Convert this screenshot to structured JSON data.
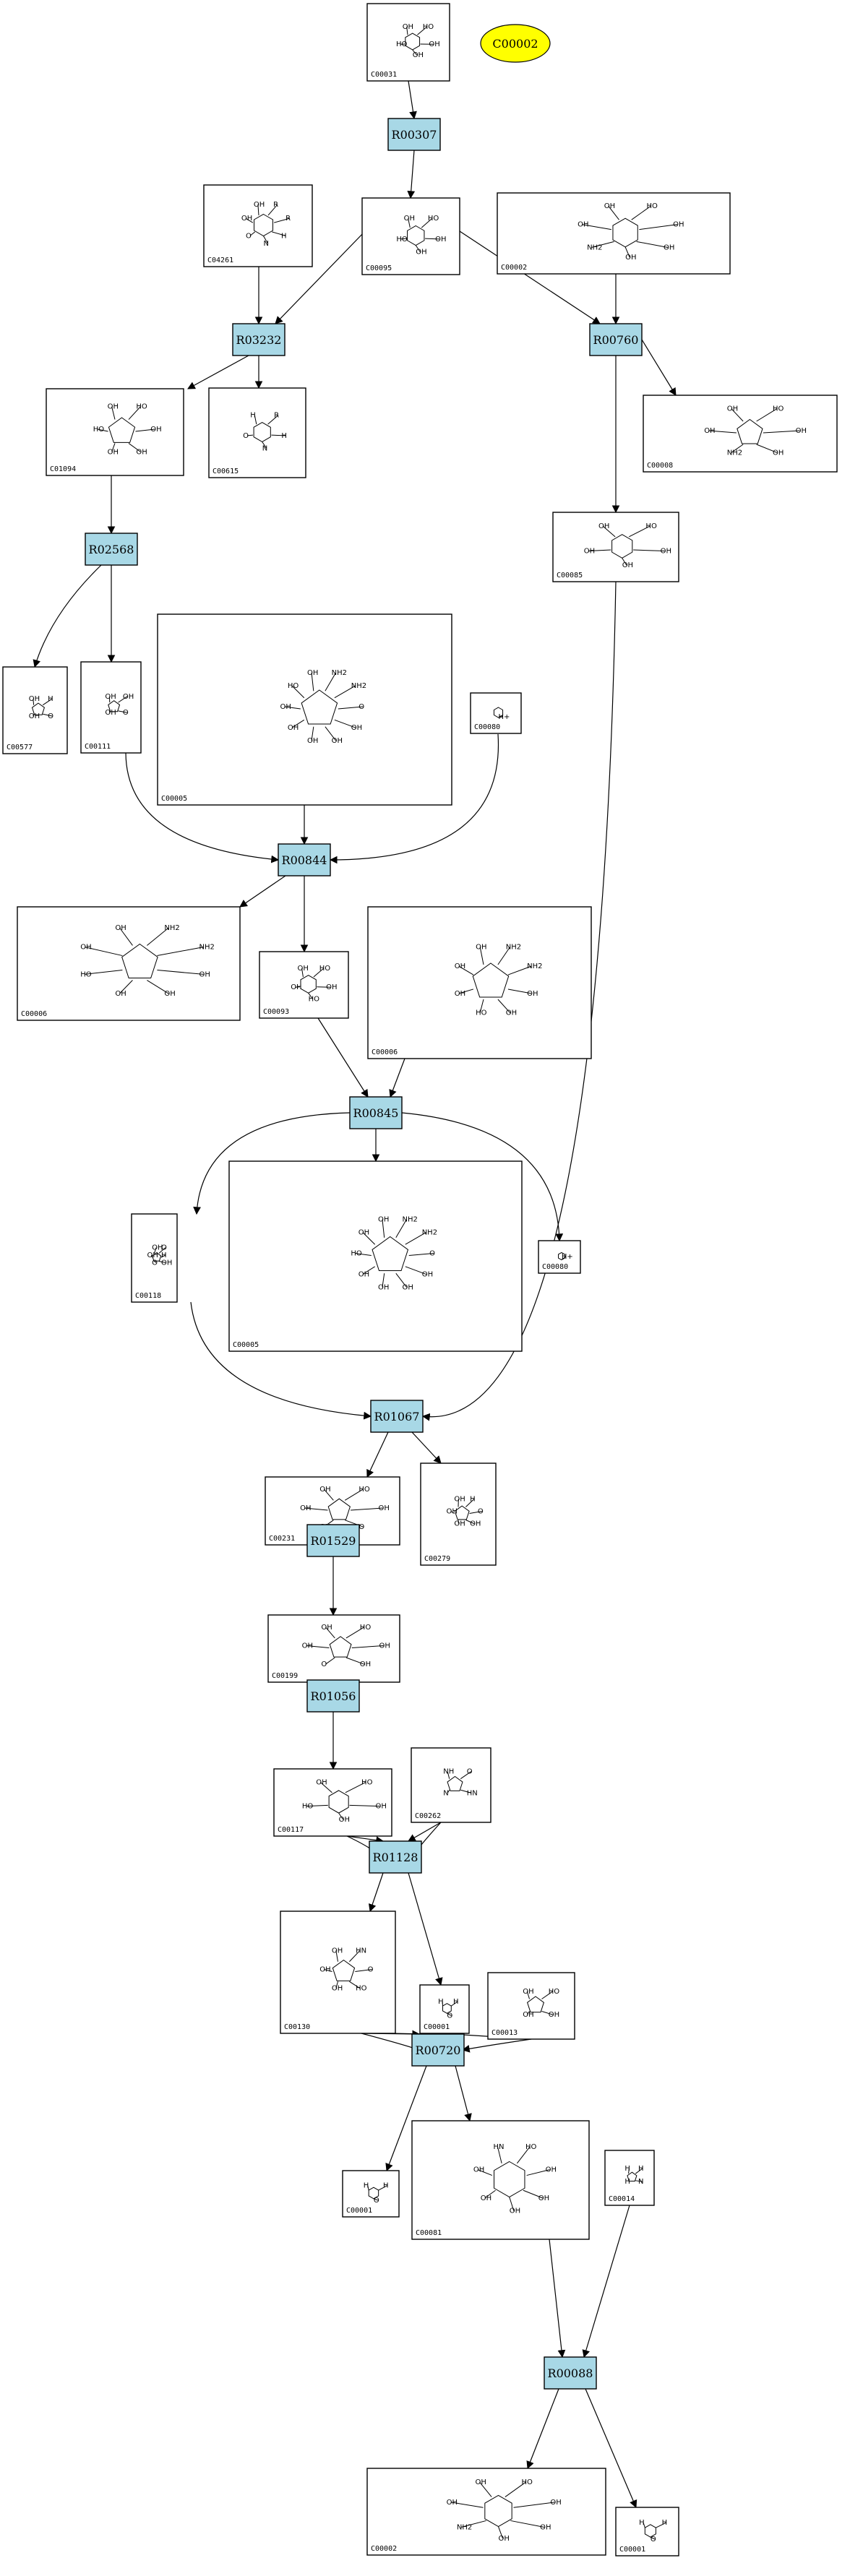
{
  "highlight": {
    "label": "C00002",
    "color": "#ffff00"
  },
  "reaction_color": "#a8d8e6",
  "reactions": [
    {
      "id": "R00307"
    },
    {
      "id": "R03232"
    },
    {
      "id": "R00760"
    },
    {
      "id": "R02568"
    },
    {
      "id": "R00844"
    },
    {
      "id": "R00845"
    },
    {
      "id": "R01067"
    },
    {
      "id": "R01529"
    },
    {
      "id": "R01056"
    },
    {
      "id": "R01128"
    },
    {
      "id": "R00720"
    },
    {
      "id": "R00088"
    }
  ],
  "compounds": [
    {
      "id": "C00031",
      "atoms": [
        "HO",
        "OH",
        "OH",
        "HO",
        "OH"
      ]
    },
    {
      "id": "C00095",
      "atoms": [
        "HO",
        "OH",
        "OH",
        "HO",
        "OH"
      ]
    },
    {
      "id": "C04261",
      "atoms": [
        "R",
        "R",
        "H",
        "N",
        "O",
        "OH",
        "OH"
      ]
    },
    {
      "id": "C00002",
      "atoms": [
        "HO",
        "OH",
        "OH",
        "OH",
        "NH2",
        "OH",
        "OH"
      ]
    },
    {
      "id": "C01094",
      "atoms": [
        "HO",
        "OH",
        "OH",
        "OH",
        "HO",
        "OH"
      ]
    },
    {
      "id": "C00615",
      "atoms": [
        "R",
        "H",
        "N",
        "O",
        "H"
      ]
    },
    {
      "id": "C00008",
      "atoms": [
        "HO",
        "OH",
        "OH",
        "NH2",
        "OH",
        "OH"
      ]
    },
    {
      "id": "C00085",
      "atoms": [
        "HO",
        "OH",
        "OH",
        "OH",
        "OH"
      ]
    },
    {
      "id": "C00577",
      "atoms": [
        "H",
        "O",
        "OH",
        "OH"
      ]
    },
    {
      "id": "C00111",
      "atoms": [
        "OH",
        "O",
        "OH",
        "OH"
      ]
    },
    {
      "id": "C00005",
      "atoms": [
        "NH2",
        "NH2",
        "O",
        "OH",
        "OH",
        "OH",
        "OH",
        "OH",
        "HO",
        "OH"
      ]
    },
    {
      "id": "C00080",
      "atoms": [
        "H+"
      ]
    },
    {
      "id": "C00006",
      "atoms": [
        "NH2",
        "NH2",
        "OH",
        "OH",
        "OH",
        "HO",
        "OH",
        "OH"
      ]
    },
    {
      "id": "C00093",
      "atoms": [
        "HO",
        "OH",
        "HO",
        "OH",
        "OH"
      ]
    },
    {
      "id": "C00006",
      "atoms": [
        "NH2",
        "NH2",
        "OH",
        "OH",
        "HO",
        "OH",
        "OH",
        "OH"
      ]
    },
    {
      "id": "C00118",
      "atoms": [
        "O",
        "H",
        "OH",
        "O",
        "OH",
        "OH"
      ]
    },
    {
      "id": "C00005",
      "atoms": [
        "NH2",
        "NH2",
        "O",
        "OH",
        "OH",
        "OH",
        "OH",
        "HO",
        "OH",
        "OH"
      ]
    },
    {
      "id": "C00080",
      "atoms": [
        "H+"
      ]
    },
    {
      "id": "C00231",
      "atoms": [
        "HO",
        "OH",
        "O",
        "OH",
        "OH",
        "OH"
      ]
    },
    {
      "id": "C00279",
      "atoms": [
        "H",
        "O",
        "OH",
        "OH",
        "OH",
        "OH"
      ]
    },
    {
      "id": "C00199",
      "atoms": [
        "HO",
        "OH",
        "OH",
        "O",
        "OH",
        "OH"
      ]
    },
    {
      "id": "C00117",
      "atoms": [
        "HO",
        "OH",
        "OH",
        "HO",
        "OH"
      ]
    },
    {
      "id": "C00262",
      "atoms": [
        "O",
        "HN",
        "N",
        "NH"
      ]
    },
    {
      "id": "C00130",
      "atoms": [
        "HN",
        "O",
        "HO",
        "OH",
        "OH",
        "OH"
      ]
    },
    {
      "id": "C00001",
      "atoms": [
        "H",
        "O",
        "H"
      ]
    },
    {
      "id": "C00013",
      "atoms": [
        "HO",
        "OH",
        "OH",
        "OH"
      ]
    },
    {
      "id": "C00001",
      "atoms": [
        "H",
        "O",
        "H"
      ]
    },
    {
      "id": "C00081",
      "atoms": [
        "HO",
        "OH",
        "OH",
        "OH",
        "OH",
        "OH",
        "HN"
      ]
    },
    {
      "id": "C00014",
      "atoms": [
        "H",
        "N",
        "H",
        "H"
      ]
    },
    {
      "id": "C00002",
      "atoms": [
        "HO",
        "OH",
        "OH",
        "OH",
        "NH2",
        "OH",
        "OH"
      ]
    },
    {
      "id": "C00001",
      "atoms": [
        "H",
        "O",
        "H"
      ]
    }
  ]
}
